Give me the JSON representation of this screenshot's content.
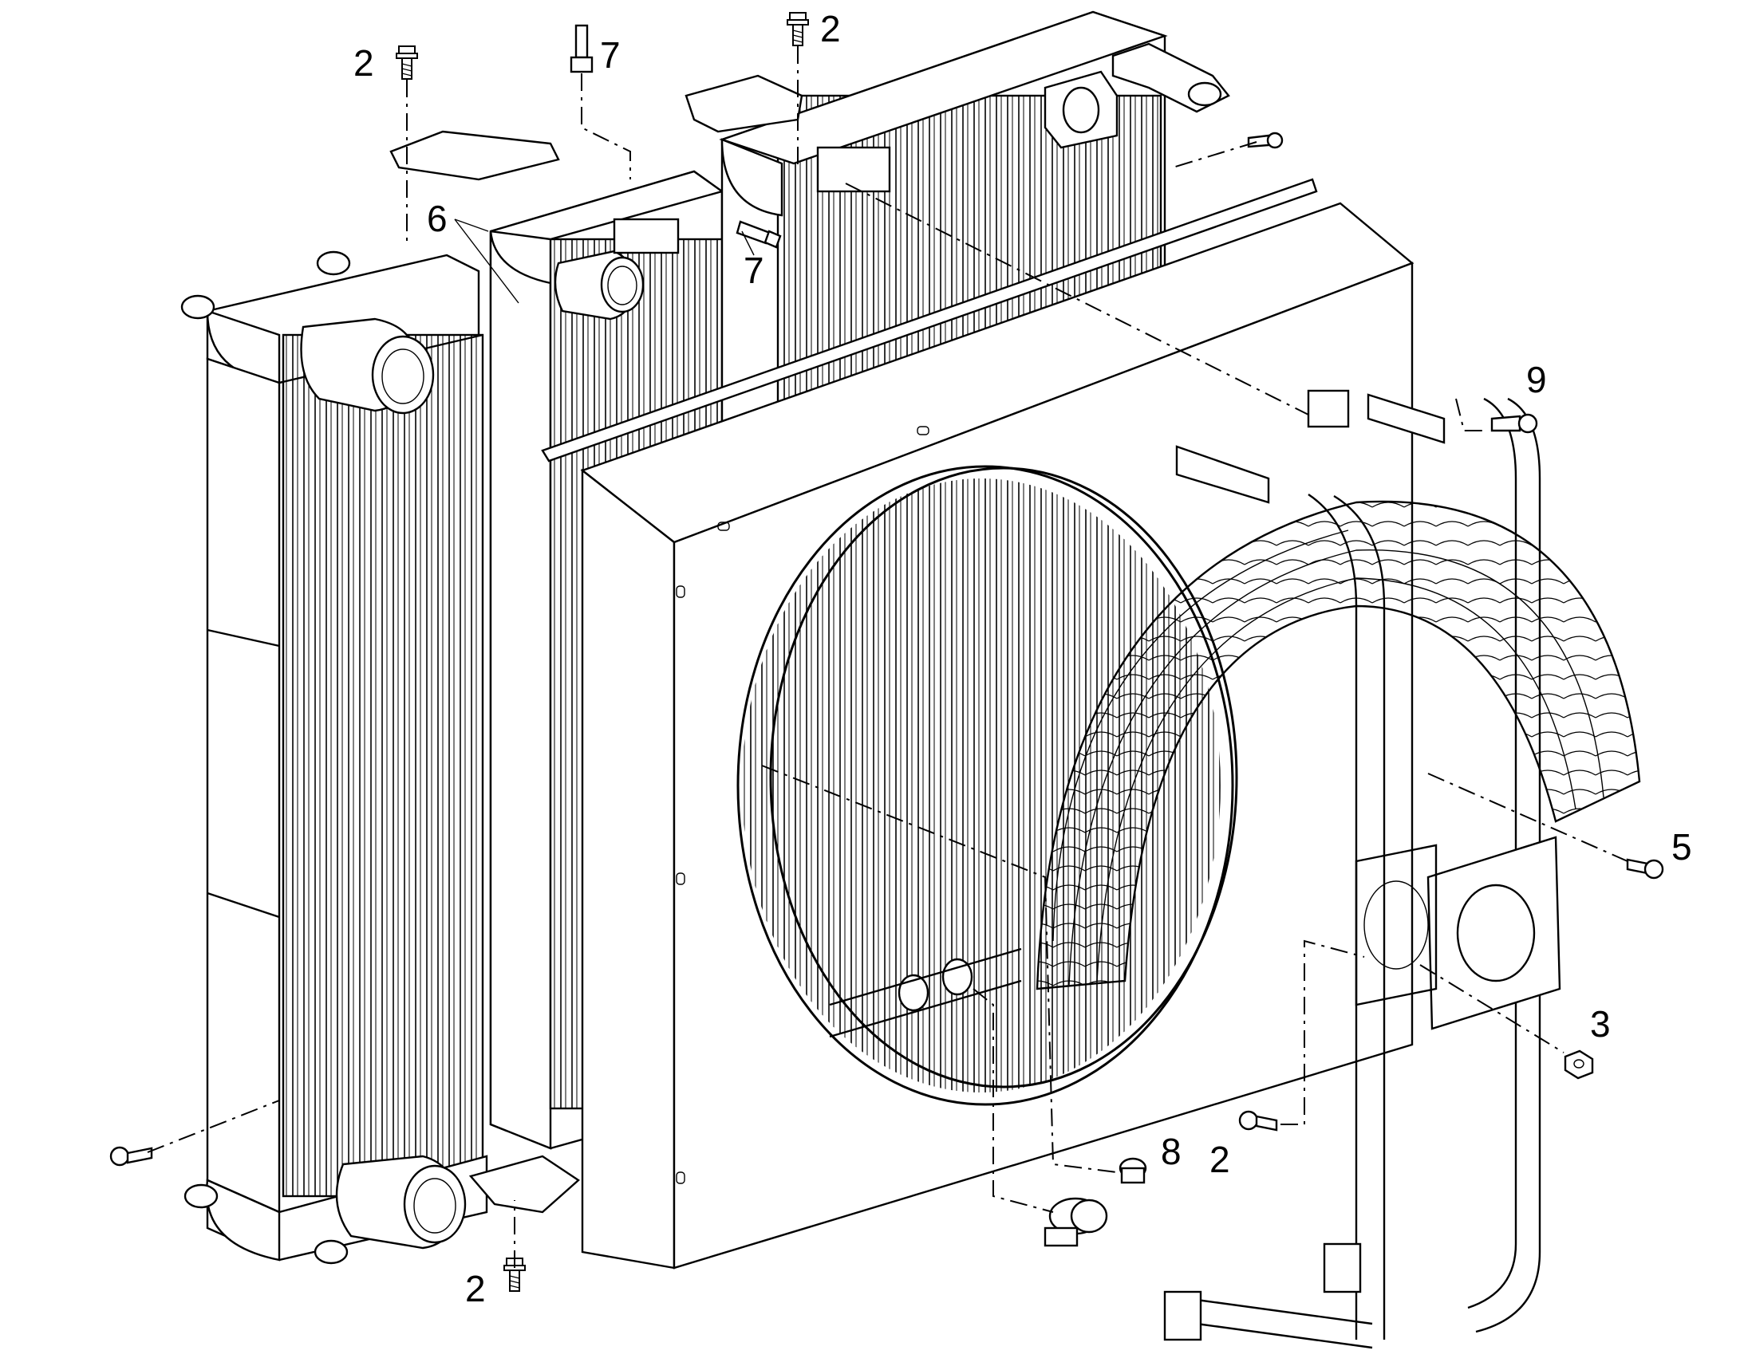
{
  "callouts": [
    {
      "id": "c2-top-left",
      "text": "2"
    },
    {
      "id": "c7-top",
      "text": "7"
    },
    {
      "id": "c2-top-right",
      "text": "2"
    },
    {
      "id": "c6",
      "text": "6"
    },
    {
      "id": "c7-mid",
      "text": "7"
    },
    {
      "id": "c9",
      "text": "9"
    },
    {
      "id": "c5",
      "text": "5"
    },
    {
      "id": "c3",
      "text": "3"
    },
    {
      "id": "c8",
      "text": "8"
    },
    {
      "id": "c2-bottom-right",
      "text": "2"
    },
    {
      "id": "c2-bottom-left",
      "text": "2"
    }
  ]
}
